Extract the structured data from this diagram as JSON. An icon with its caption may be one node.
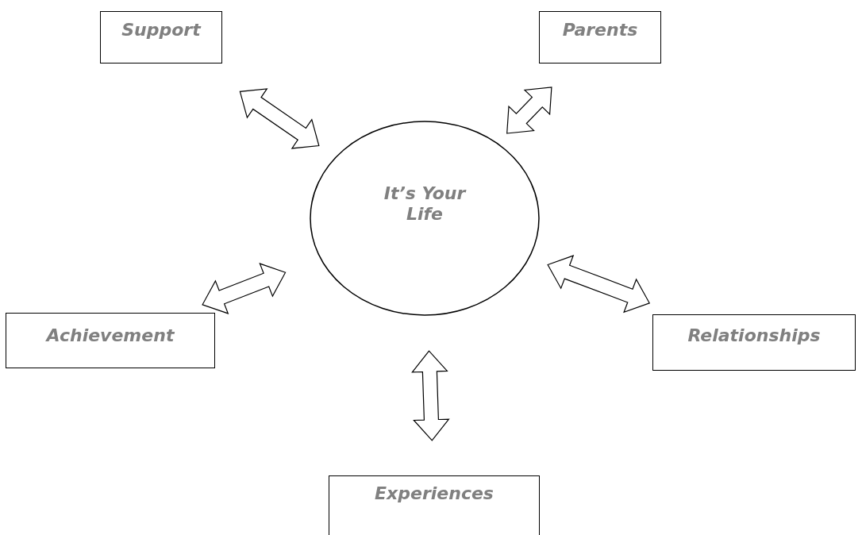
{
  "diagram": {
    "nodes": [
      {
        "text": [
          "Support"
        ]
      },
      {
        "text": [
          "Parents"
        ]
      },
      {
        "text": [
          "It’s Your Life"
        ]
      },
      {
        "text": [
          "Achievement"
        ]
      },
      {
        "text": [
          "Relationships"
        ]
      },
      {
        "text": [
          "Experiences"
        ]
      }
    ],
    "edges": [
      {
        "from": 2,
        "to": 0,
        "arrow": "both"
      },
      {
        "from": 2,
        "to": 1,
        "arrow": "both"
      },
      {
        "from": 2,
        "to": 3,
        "arrow": "both"
      },
      {
        "from": 2,
        "to": 4,
        "arrow": "both"
      },
      {
        "from": 2,
        "to": 5,
        "arrow": "both"
      }
    ]
  }
}
